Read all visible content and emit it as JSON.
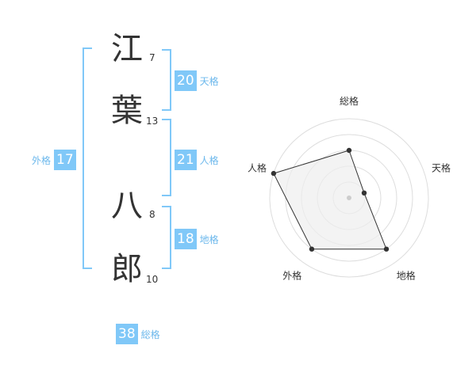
{
  "name": {
    "chars": [
      {
        "char": "江",
        "strokes": "7"
      },
      {
        "char": "葉",
        "strokes": "13"
      },
      {
        "char": "八",
        "strokes": "8"
      },
      {
        "char": "郎",
        "strokes": "10"
      }
    ]
  },
  "kakusu": {
    "tenkaku": {
      "value": "20",
      "label": "天格"
    },
    "jinkaku": {
      "value": "21",
      "label": "人格"
    },
    "chikaku": {
      "value": "18",
      "label": "地格"
    },
    "gaikaku": {
      "value": "17",
      "label": "外格"
    },
    "soukaku": {
      "value": "38",
      "label": "総格"
    }
  },
  "chart_data": {
    "type": "radar",
    "axes": [
      "総格",
      "天格",
      "地格",
      "外格",
      "人格"
    ],
    "values": [
      3,
      1,
      4,
      4,
      5
    ],
    "max": 5,
    "rings": 5
  },
  "colors": {
    "accent": "#80c8f8",
    "label_text": "#6cb8ec",
    "kanji_text": "#333333",
    "radar_fill": "#eeeeee",
    "radar_ring": "#dddddd",
    "radar_line": "#333333"
  }
}
